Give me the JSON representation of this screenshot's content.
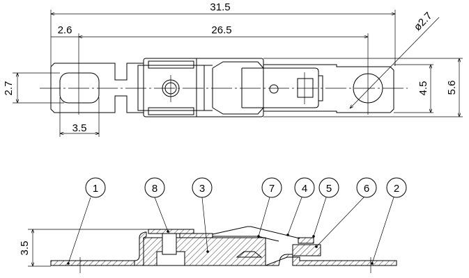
{
  "top_view": {
    "dim_overall": "31.5",
    "dim_hole_spacing": "26.5",
    "dim_hole_offset": "2.6",
    "dim_slot_height": "2.7",
    "dim_slot_width": "3.5",
    "dim_hole_diameter": "ø2.7",
    "dim_plate_width": "4.5",
    "dim_body_width": "5.6"
  },
  "section_view": {
    "dim_height": "3.5",
    "balloons": [
      "1",
      "8",
      "3",
      "7",
      "4",
      "5",
      "6",
      "2"
    ]
  },
  "colors": {
    "line": "#000000",
    "background": "#ffffff"
  }
}
